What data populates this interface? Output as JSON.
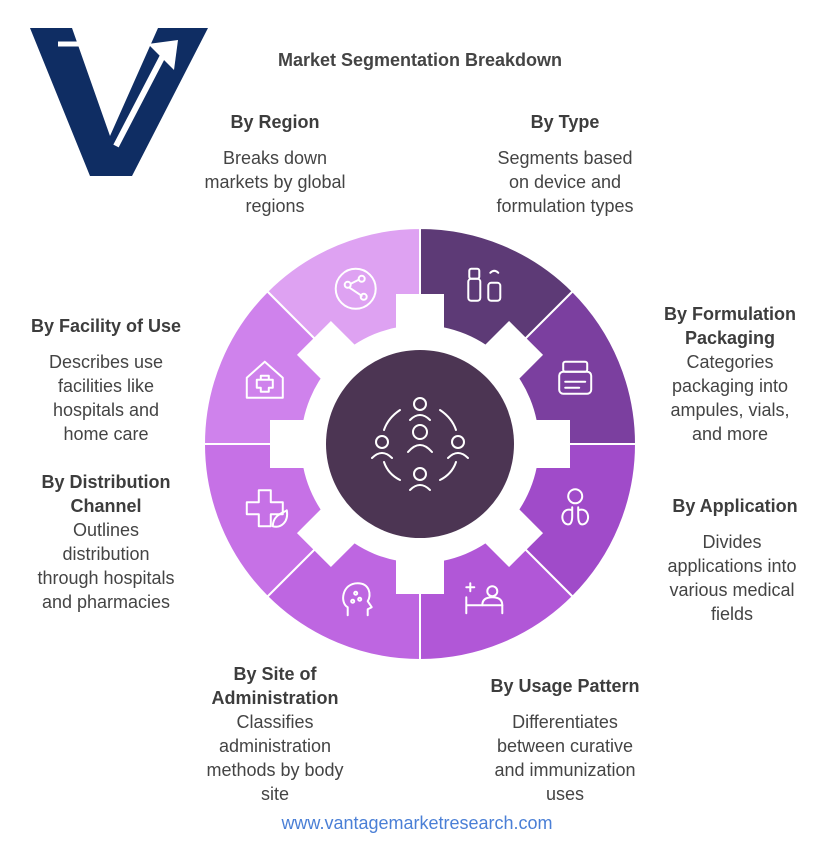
{
  "title": "Market Segmentation Breakdown",
  "footer": "www.vantagemarketresearch.com",
  "colors": {
    "logo": "#0f2d63",
    "center": "#4c3553",
    "segments": [
      "#5d3a76",
      "#7b3f9f",
      "#a04bc9",
      "#b157d7",
      "#be66e1",
      "#c671e6",
      "#cf82ec",
      "#dea2f2"
    ]
  },
  "segments": [
    {
      "name": "By Type",
      "desc": [
        "Segments based",
        "on device and",
        "formulation types"
      ],
      "icon": "device-icon"
    },
    {
      "name": "By Formulation Packaging",
      "name_lines": [
        "By Formulation",
        "Packaging"
      ],
      "desc": [
        "Categories",
        "packaging into",
        "ampules, vials,",
        "and more"
      ],
      "icon": "jar-icon"
    },
    {
      "name": "By Application",
      "desc": [
        "Divides",
        "applications into",
        "various medical",
        "fields"
      ],
      "icon": "lungs-icon"
    },
    {
      "name": "By Usage Pattern",
      "desc": [
        "Differentiates",
        "between curative",
        "and immunization",
        "uses"
      ],
      "icon": "patient-bed-icon"
    },
    {
      "name": "By Site of Administration",
      "name_lines": [
        "By Site of",
        "Administration"
      ],
      "desc": [
        "Classifies",
        "administration",
        "methods by body",
        "site"
      ],
      "icon": "head-icon"
    },
    {
      "name": "By Distribution Channel",
      "name_lines": [
        "By Distribution",
        "Channel"
      ],
      "desc": [
        "Outlines",
        "distribution",
        "through hospitals",
        "and pharmacies"
      ],
      "icon": "medical-cross-leaf-icon"
    },
    {
      "name": "By Facility of Use",
      "desc": [
        "Describes use",
        "facilities like",
        "hospitals and",
        "home care"
      ],
      "icon": "hospital-house-icon"
    },
    {
      "name": "By Region",
      "desc": [
        "Breaks down",
        "markets by global",
        "regions"
      ],
      "icon": "globe-network-icon"
    }
  ],
  "center_icon": "people-cycle-icon",
  "logo_icon": "vantage-logo-icon"
}
